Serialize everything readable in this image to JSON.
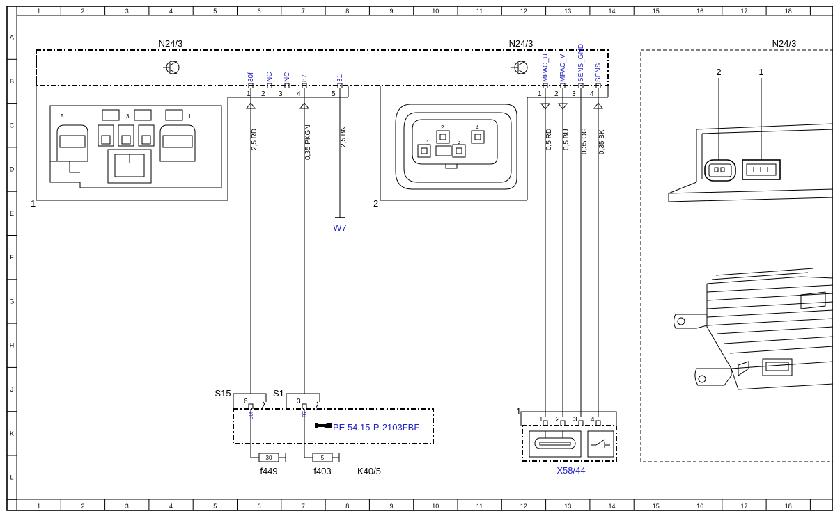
{
  "grid": {
    "columns": [
      "1",
      "2",
      "3",
      "4",
      "5",
      "6",
      "7",
      "8",
      "9",
      "10",
      "11",
      "12",
      "13",
      "14",
      "15",
      "16",
      "17",
      "18"
    ],
    "rows": [
      "A",
      "B",
      "C",
      "D",
      "E",
      "F",
      "G",
      "H",
      "J",
      "K",
      "L"
    ]
  },
  "components": {
    "n24_left": "N24/3",
    "n24_mid": "N24/3",
    "n24_right": "N24/3",
    "callout_1": "1",
    "callout_2": "2",
    "photo_callout_1": "1",
    "photo_callout_2": "2",
    "w7": "W7",
    "s15": "S15",
    "s1": "S1",
    "k40": "K40/5",
    "f449": "f449",
    "f403": "f403",
    "fuse_30": "30",
    "fuse_5": "5",
    "x58": "X58/44",
    "x58_callout": "1",
    "ref_link": "PE 54.15-P-2103FBF"
  },
  "left_connector": {
    "pins": [
      "1",
      "2",
      "3",
      "4",
      "5"
    ],
    "signals": [
      "30f",
      "NC",
      "NC",
      "87",
      "31"
    ],
    "face_numbers": [
      "5",
      "3",
      "1"
    ]
  },
  "right_connector": {
    "pins": [
      "1",
      "2",
      "3",
      "4"
    ],
    "signals": [
      "MPAC_U",
      "MPAC_V",
      "SENS_GND",
      "SENS"
    ],
    "face_numbers": [
      "1",
      "2",
      "3",
      "4"
    ]
  },
  "wires": [
    "2,5 RD",
    "0,35 PKGN",
    "2,5 BN",
    "0,5 RD",
    "0,5 BU",
    "0,35 OG",
    "0,35 BK"
  ],
  "relay": {
    "pin_s15": "6",
    "pin_s1": "3",
    "sig_s15": "30f",
    "sig_s1": "87"
  },
  "x58_pins": [
    "1",
    "2",
    "3",
    "4"
  ]
}
